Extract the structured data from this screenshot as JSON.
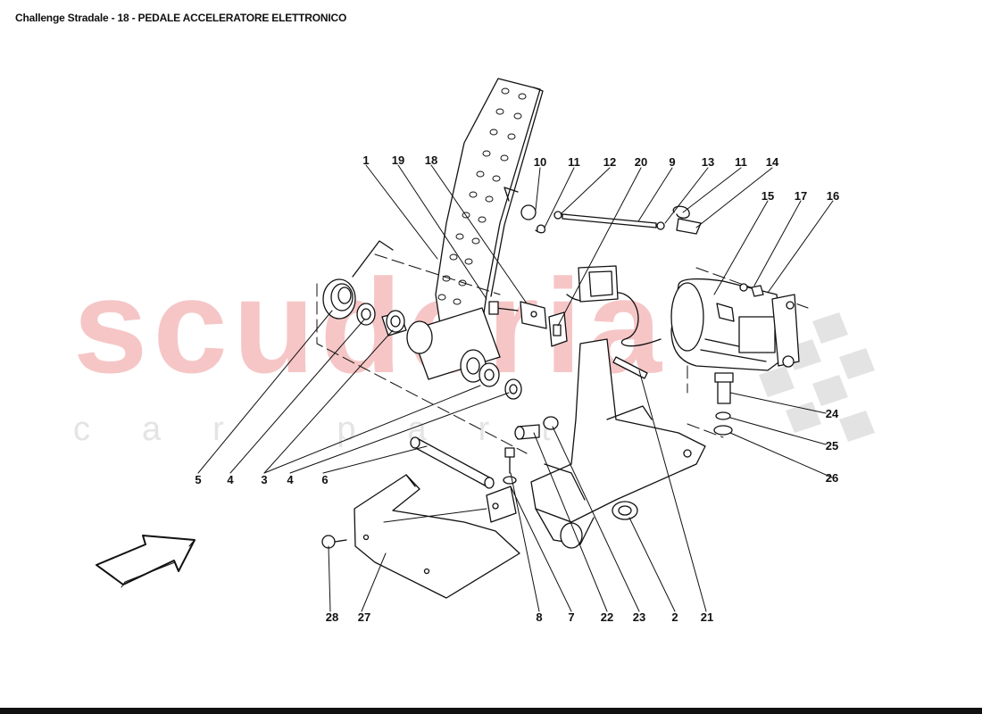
{
  "header": {
    "title": "Challenge Stradale - 18 - PEDALE ACCELERATORE ELETTRONICO"
  },
  "watermark": {
    "main": "scuderia",
    "sub": "car parts",
    "color": "#f6c6c6"
  },
  "callouts": {
    "c1": "1",
    "c19": "19",
    "c18": "18",
    "c10": "10",
    "c11a": "11",
    "c12": "12",
    "c20": "20",
    "c9": "9",
    "c13": "13",
    "c11b": "11",
    "c14": "14",
    "c15": "15",
    "c17": "17",
    "c16": "16",
    "c5": "5",
    "c4a": "4",
    "c3": "3",
    "c4b": "4",
    "c6": "6",
    "c24": "24",
    "c25": "25",
    "c26": "26",
    "c28": "28",
    "c27": "27",
    "c8": "8",
    "c7": "7",
    "c22": "22",
    "c23": "23",
    "c2": "2",
    "c21": "21"
  }
}
